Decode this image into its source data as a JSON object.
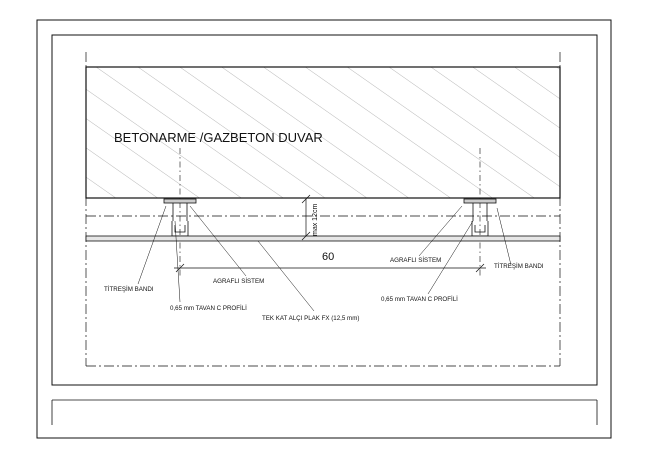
{
  "labels": {
    "wall_title": "BETONARME /GAZBETON DUVAR",
    "max_height": "max 12cm",
    "spacing": "60",
    "agrafli_left": "AGRAFLI SİSTEM",
    "agrafli_right": "AGRAFLI SİSTEM",
    "titresim_left": "TİTREŞİM BANDI",
    "titresim_right": "TİTREŞİM BANDI",
    "profile_left": "0,65 mm TAVAN C PROFİLİ",
    "profile_right": "0,65 mm TAVAN C PROFİLİ",
    "plasterboard": "TEK KAT ALÇI PLAK FX (12,5 mm)"
  },
  "colors": {
    "line": "#111111",
    "hatch": "#8a8a8a",
    "board_fill": "#e6e6e6"
  }
}
